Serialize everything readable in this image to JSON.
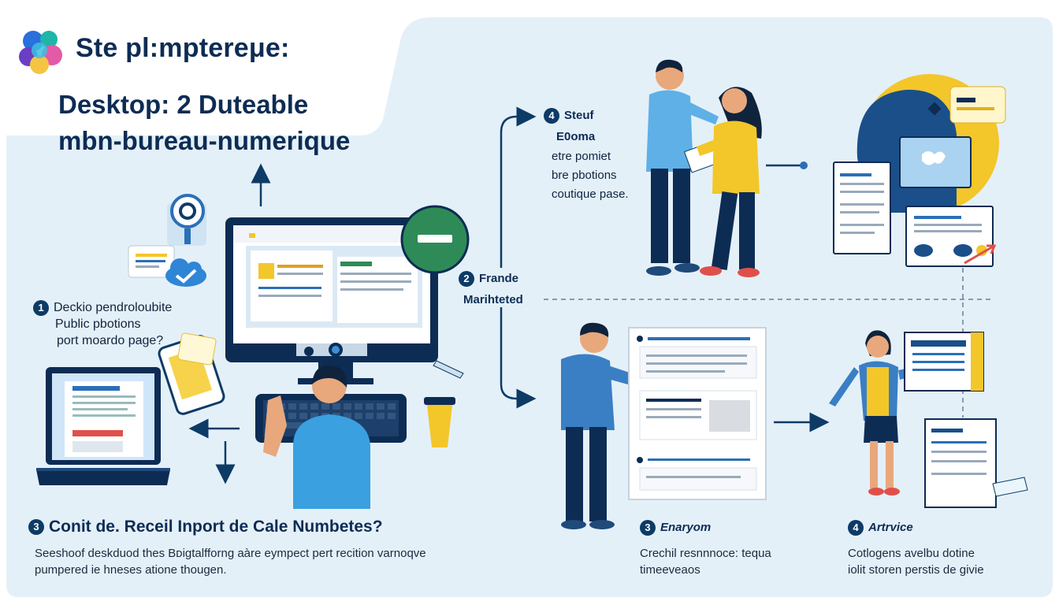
{
  "header": {
    "brand": "Ste pl:mptereμe:",
    "title_line1": "Desktop: 2 Duteable",
    "title_line2": "mbn-bureau-numerique"
  },
  "steps": {
    "step1": {
      "num": "1",
      "line1": "Deckio pendroloubite",
      "line2": "Public pbotions",
      "line3": "port moardo page?"
    },
    "step3_left": {
      "num": "3",
      "heading": "Conit de. Receil Inport de Cale Numbetes?",
      "line1": "Seeshoof deskduod thes Bᴅigtalfforng aàre eympect pert recition varnoqve",
      "line2": "pumpered ie hneses atione thougen."
    },
    "step2": {
      "num": "2",
      "line1": "Frande",
      "line2": "Marihteted"
    },
    "step4_top": {
      "num": "4",
      "heading": "Steuf",
      "line1": "E0oma",
      "line2": "etre pomiet",
      "line3": "bre pbotions",
      "line4": "coutique pase."
    },
    "step3_right": {
      "num": "3",
      "heading": "Enaryom",
      "line1": "Crechil resnnnoce: tequa",
      "line2": "timeeveaos"
    },
    "step4_right": {
      "num": "4",
      "heading": "Artrvice",
      "line1": "Cotlogens avelbu dotine",
      "line2": "iolit storen perstis de givie"
    }
  },
  "colors": {
    "panel_bg": "#e4f0f8",
    "navy": "#0d2c54",
    "blue": "#3c8fd6",
    "light_blue": "#5fb6e6",
    "yellow": "#f3c62a",
    "green": "#2e8b57",
    "red": "#e0504a"
  },
  "icons": [
    "logo-icon",
    "cloud-check-icon",
    "globe-icon",
    "minus-badge-icon",
    "cup-icon",
    "phone-icon"
  ]
}
